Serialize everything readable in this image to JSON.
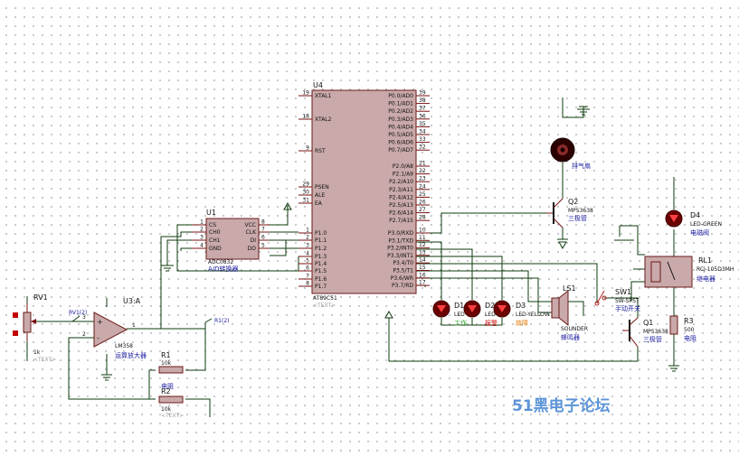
{
  "watermark": "51黑电子论坛",
  "u4": {
    "ref": "U4",
    "part": "AT89C51",
    "text": "<TEXT>",
    "left_pins": [
      {
        "num": "19",
        "name": "XTAL1"
      },
      {
        "num": "18",
        "name": "XTAL2"
      },
      {
        "num": "9",
        "name": "RST"
      },
      {
        "num": "29",
        "name": "PSEN"
      },
      {
        "num": "30",
        "name": "ALE"
      },
      {
        "num": "31",
        "name": "EA"
      },
      {
        "num": "1",
        "name": "P1.0"
      },
      {
        "num": "2",
        "name": "P1.1"
      },
      {
        "num": "3",
        "name": "P1.2"
      },
      {
        "num": "4",
        "name": "P1.3"
      },
      {
        "num": "5",
        "name": "P1.4"
      },
      {
        "num": "6",
        "name": "P1.5"
      },
      {
        "num": "7",
        "name": "P1.6"
      },
      {
        "num": "8",
        "name": "P1.7"
      }
    ],
    "right_pins": [
      {
        "num": "39",
        "name": "P0.0/AD0"
      },
      {
        "num": "38",
        "name": "P0.1/AD1"
      },
      {
        "num": "37",
        "name": "P0.2/AD2"
      },
      {
        "num": "36",
        "name": "P0.3/AD3"
      },
      {
        "num": "35",
        "name": "P0.4/AD4"
      },
      {
        "num": "34",
        "name": "P0.5/AD5"
      },
      {
        "num": "33",
        "name": "P0.6/AD6"
      },
      {
        "num": "32",
        "name": "P0.7/AD7"
      },
      {
        "num": "21",
        "name": "P2.0/A8"
      },
      {
        "num": "22",
        "name": "P2.1/A9"
      },
      {
        "num": "23",
        "name": "P2.2/A10"
      },
      {
        "num": "24",
        "name": "P2.3/A11"
      },
      {
        "num": "25",
        "name": "P2.4/A12"
      },
      {
        "num": "26",
        "name": "P2.5/A13"
      },
      {
        "num": "27",
        "name": "P2.6/A14"
      },
      {
        "num": "28",
        "name": "P2.7/A15"
      },
      {
        "num": "10",
        "name": "P3.0/RXD"
      },
      {
        "num": "11",
        "name": "P3.1/TXD"
      },
      {
        "num": "12",
        "name": "P3.2/INT0"
      },
      {
        "num": "13",
        "name": "P3.3/INT1"
      },
      {
        "num": "14",
        "name": "P3.4/T0"
      },
      {
        "num": "15",
        "name": "P3.5/T1"
      },
      {
        "num": "16",
        "name": "P3.6/WR"
      },
      {
        "num": "17",
        "name": "P3.7/RD"
      }
    ]
  },
  "u1": {
    "ref": "U1",
    "part": "ADC0832",
    "label": "A/D转换器",
    "left_pins": [
      {
        "num": "1",
        "name": "CS"
      },
      {
        "num": "2",
        "name": "CH0"
      },
      {
        "num": "3",
        "name": "CH1"
      },
      {
        "num": "4",
        "name": "GND"
      }
    ],
    "right_pins": [
      {
        "num": "8",
        "name": "VCC"
      },
      {
        "num": "7",
        "name": "CLK"
      },
      {
        "num": "6",
        "name": "DI"
      },
      {
        "num": "5",
        "name": "DO"
      }
    ]
  },
  "u3": {
    "ref": "U3:A",
    "part": "LM358",
    "label": "运算放大器",
    "pin1": "1",
    "pin2": "2",
    "pin3": "3",
    "plus": "+",
    "minus": "-"
  },
  "rv1": {
    "ref": "RV1",
    "value": "1k",
    "text": "<TEXT>",
    "probe": "RV1(2)"
  },
  "r1": {
    "ref": "R1",
    "value": "10k",
    "label": "电阻",
    "probe": "R1(2)"
  },
  "r2": {
    "ref": "R2",
    "value": "10k",
    "text": "<TEXT>"
  },
  "r3": {
    "ref": "R3",
    "value": "500",
    "label": "电阻"
  },
  "d1": {
    "ref": "D1",
    "part": "LED",
    "label": "工作"
  },
  "d2": {
    "ref": "D2",
    "part": "LED",
    "label": "报警"
  },
  "d3": {
    "ref": "D3",
    "part": "LED-YELLOW",
    "label": "故障"
  },
  "d4": {
    "ref": "D4",
    "part": "LED-GREEN",
    "label": "电磁阀"
  },
  "q1": {
    "ref": "Q1",
    "part": "MPS3638",
    "label": "三极管"
  },
  "q2": {
    "ref": "Q2",
    "part": "MPS3638",
    "label": "三极管"
  },
  "fan": {
    "label": "排气扇"
  },
  "ls1": {
    "ref": "LS1",
    "part": "SOUNDER",
    "label": "蜂鸣器"
  },
  "sw1": {
    "ref": "SW1",
    "part": "SW-SPST",
    "label": "手动开关"
  },
  "rl1": {
    "ref": "RL1",
    "part": "RCJ-105D3MH",
    "label": "继电器"
  }
}
